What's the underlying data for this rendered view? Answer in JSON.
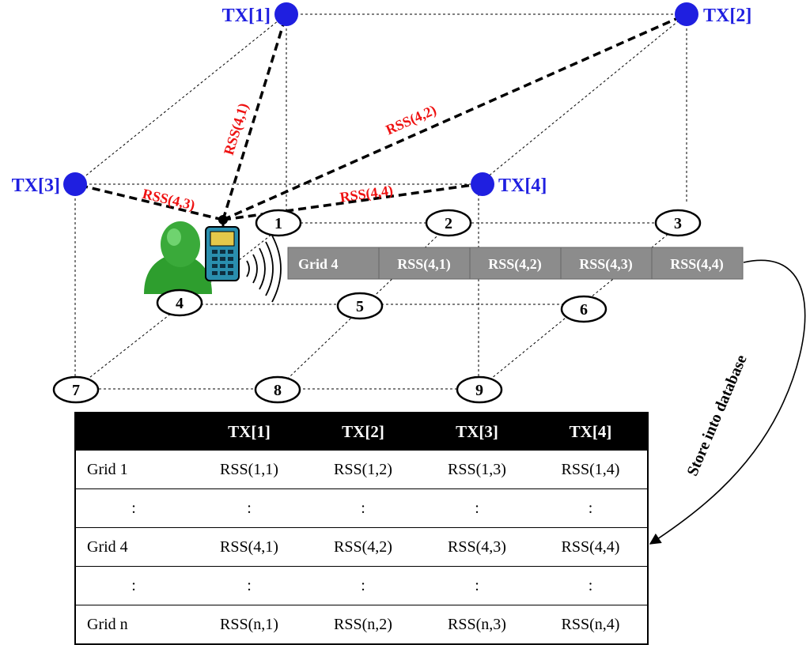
{
  "transmitters": [
    {
      "id": "tx1",
      "label": "TX[1]"
    },
    {
      "id": "tx2",
      "label": "TX[2]"
    },
    {
      "id": "tx3",
      "label": "TX[3]"
    },
    {
      "id": "tx4",
      "label": "TX[4]"
    }
  ],
  "rss_links": [
    {
      "id": "rss41",
      "label": "RSS(4,1)"
    },
    {
      "id": "rss42",
      "label": "RSS(4,2)"
    },
    {
      "id": "rss43",
      "label": "RSS(4,3)"
    },
    {
      "id": "rss44",
      "label": "RSS(4,4)"
    }
  ],
  "grid_points": [
    "1",
    "2",
    "3",
    "4",
    "5",
    "6",
    "7",
    "8",
    "9"
  ],
  "measurement_bar": [
    "Grid 4",
    "RSS(4,1)",
    "RSS(4,2)",
    "RSS(4,3)",
    "RSS(4,4)"
  ],
  "store_label": "Store into database",
  "table": {
    "headers": [
      "",
      "TX[1]",
      "TX[2]",
      "TX[3]",
      "TX[4]"
    ],
    "rows": [
      [
        "Grid 1",
        "RSS(1,1)",
        "RSS(1,2)",
        "RSS(1,3)",
        "RSS(1,4)"
      ],
      [
        ":",
        ":",
        ":",
        ":",
        ":"
      ],
      [
        "Grid 4",
        "RSS(4,1)",
        "RSS(4,2)",
        "RSS(4,3)",
        "RSS(4,4)"
      ],
      [
        ":",
        ":",
        ":",
        ":",
        ":"
      ],
      [
        "Grid n",
        "RSS(n,1)",
        "RSS(n,2)",
        "RSS(n,3)",
        "RSS(n,4)"
      ]
    ]
  },
  "colors": {
    "transmitter": "#1f1fe0",
    "rss_label": "#ee1111",
    "bar_fill": "#8c8c8c",
    "user": "#2e9e2e",
    "phone": "#2a8fae"
  },
  "icons": {
    "user": "person-icon",
    "device": "mobile-phone-icon",
    "signal": "signal-waves-icon"
  }
}
